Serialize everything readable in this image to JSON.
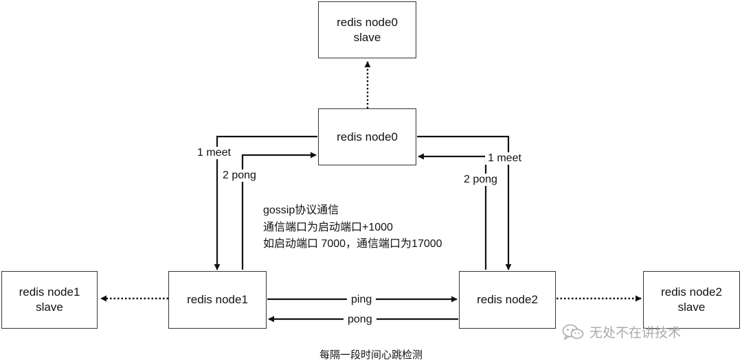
{
  "nodes": {
    "node0_slave": {
      "line1": "redis node0",
      "line2": "slave"
    },
    "node0": {
      "line1": "redis node0"
    },
    "node1_slave": {
      "line1": "redis node1",
      "line2": "slave"
    },
    "node1": {
      "line1": "redis node1"
    },
    "node2": {
      "line1": "redis node2"
    },
    "node2_slave": {
      "line1": "redis node2",
      "line2": "slave"
    }
  },
  "edge_labels": {
    "left_meet": "1 meet",
    "left_pong": "2 pong",
    "right_meet": "1 meet",
    "right_pong": "2 pong",
    "ping": "ping",
    "pong": "pong"
  },
  "gossip_note": {
    "line1": "gossip协议通信",
    "line2": "通信端口为启动端口+1000",
    "line3": "如启动端口 7000，通信端口为17000"
  },
  "watermark": {
    "text": "无处不在讲技术",
    "icon": "wechat-icon"
  },
  "caption": "每隔一段时间心跳检测",
  "colors": {
    "line": "#111111",
    "border": "#333333",
    "watermark": "#aaaaaa"
  }
}
